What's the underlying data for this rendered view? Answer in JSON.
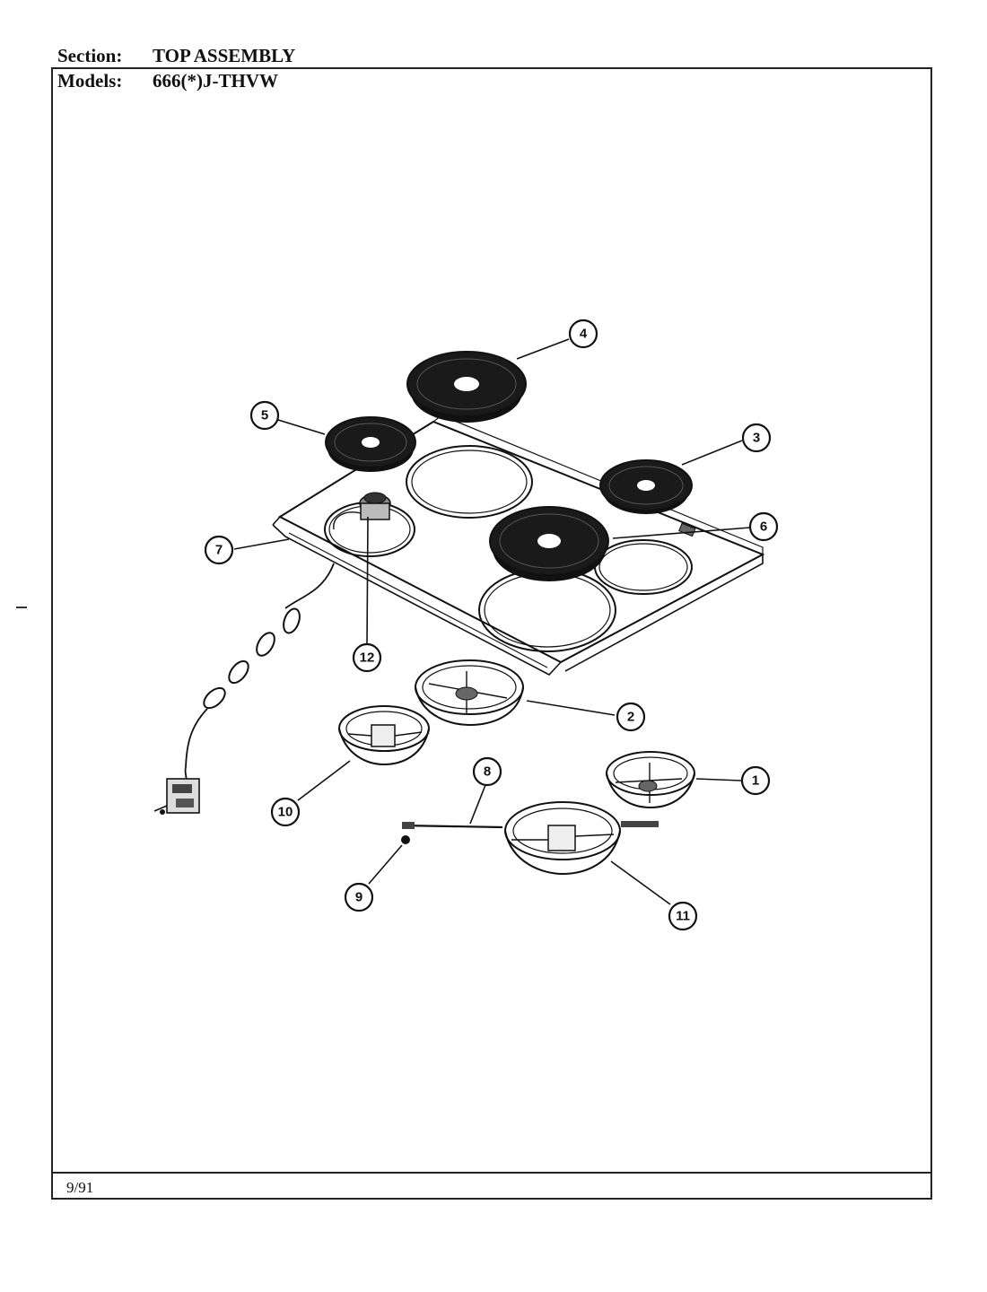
{
  "header": {
    "section_label": "Section:",
    "section_value": "TOP ASSEMBLY",
    "models_label": "Models:",
    "models_value": "666(*)J-THVW"
  },
  "footer": {
    "date": "9/91"
  },
  "callouts": [
    "1",
    "2",
    "3",
    "4",
    "5",
    "6",
    "7",
    "8",
    "9",
    "10",
    "11",
    "12"
  ]
}
